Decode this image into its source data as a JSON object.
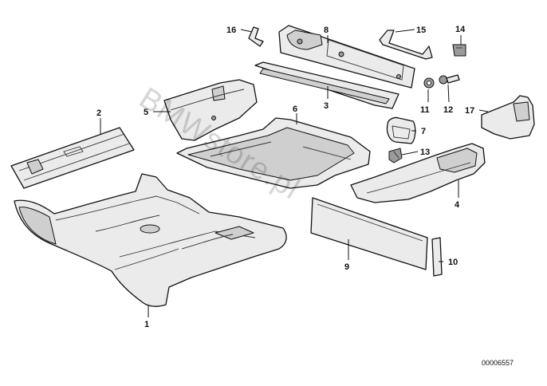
{
  "diagram": {
    "callouts": [
      "1",
      "2",
      "3",
      "4",
      "5",
      "6",
      "7",
      "8",
      "9",
      "10",
      "11",
      "12",
      "13",
      "14",
      "15",
      "16",
      "17"
    ],
    "watermark": "BMWstore.pl",
    "reference_number": "00006557"
  },
  "colors": {
    "outline": "#111111",
    "part_fill": "#ebebeb",
    "background": "#ffffff"
  }
}
